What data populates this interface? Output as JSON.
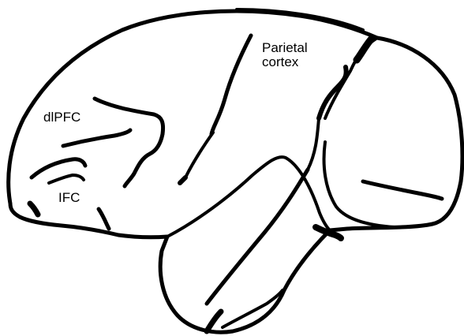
{
  "labels": {
    "dlpfc": "dlPFC",
    "ifc": "IFC",
    "parietal_line1": "Parietal",
    "parietal_line2": "cortex"
  },
  "colors": {
    "stroke": "#000000",
    "fill": "#ffffff"
  }
}
